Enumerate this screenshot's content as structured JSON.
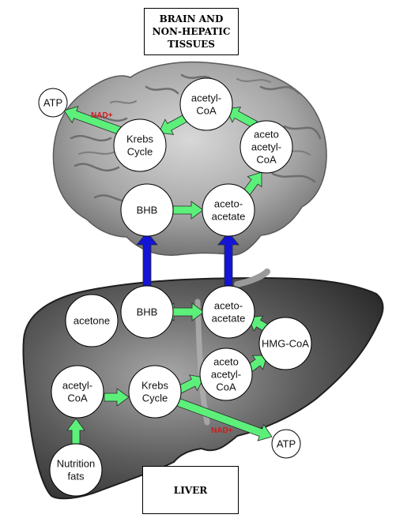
{
  "titles": {
    "brain": [
      "BRAIN AND",
      "NON-HEPATIC",
      "TISSUES"
    ],
    "liver": "LIVER"
  },
  "nodes": {
    "atp_brain": [
      "ATP"
    ],
    "acetyl_coa_brain": [
      "acetyl-",
      "CoA"
    ],
    "krebs_brain": [
      "Krebs",
      "Cycle"
    ],
    "acetoacetyl_coa_brain": [
      "aceto",
      "acetyl-",
      "CoA"
    ],
    "bhb_brain": [
      "BHB"
    ],
    "acetoacetate_brain": [
      "aceto-",
      "acetate"
    ],
    "acetone": [
      "acetone"
    ],
    "bhb_liver": [
      "BHB"
    ],
    "acetoacetate_liver": [
      "aceto-",
      "acetate"
    ],
    "hmg_coa": [
      "HMG-CoA"
    ],
    "acetoacetyl_coa_liver": [
      "aceto",
      "acetyl-",
      "CoA"
    ],
    "acetyl_coa_liver": [
      "acetyl-",
      "CoA"
    ],
    "krebs_liver": [
      "Krebs",
      "Cycle"
    ],
    "atp_liver": [
      "ATP"
    ],
    "nutrition_fats": [
      "Nutrition",
      "fats"
    ]
  },
  "nad_labels": {
    "brain": "NAD+",
    "liver": "NAD+"
  },
  "colors": {
    "green_arrow": "#5cf07a",
    "blue_arrow": "#1414d6",
    "nad_red": "#d11a1a"
  }
}
